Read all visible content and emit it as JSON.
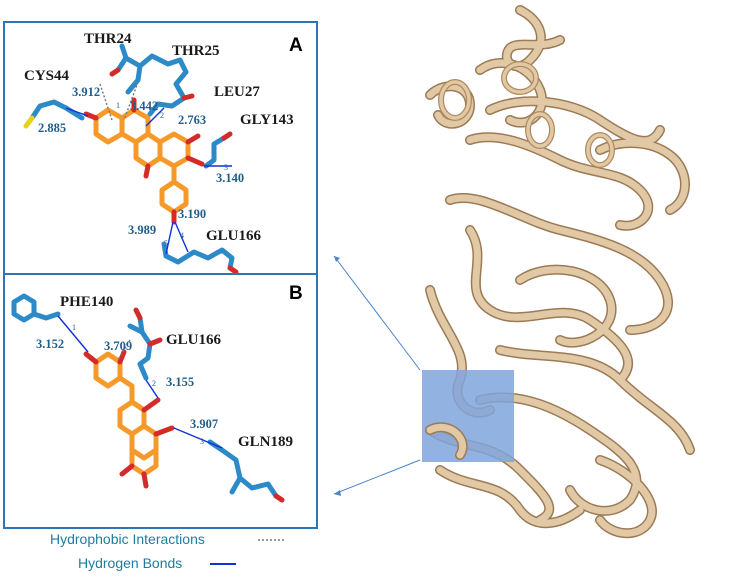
{
  "panel_a": {
    "letter": "A",
    "residues": {
      "thr24": "THR24",
      "thr25": "THR25",
      "cys44": "CYS44",
      "leu27": "LEU27",
      "gly143": "GLY143",
      "glu166": "GLU166"
    },
    "distances": {
      "d3912": "3.912",
      "d3442": "3.442",
      "d2763": "2.763",
      "d2885": "2.885",
      "d3140": "3.140",
      "d3190": "3.190",
      "d3989": "3.989"
    },
    "bond_numbers": {
      "n1": "1",
      "n2": "2",
      "n3": "3",
      "n4": "4",
      "n5": "5"
    }
  },
  "panel_b": {
    "letter": "B",
    "residues": {
      "phe140": "PHE140",
      "glu166": "GLU166",
      "gln189": "GLN189"
    },
    "distances": {
      "d3152": "3.152",
      "d3709": "3.709",
      "d3155": "3.155",
      "d3907": "3.907"
    },
    "bond_numbers": {
      "n1": "1",
      "n2": "2",
      "n3": "3"
    }
  },
  "legend": {
    "hydrophobic": "Hydrophobic Interactions",
    "hydrogen": "Hydrogen Bonds"
  },
  "colors": {
    "frame": "#2e75b6",
    "ligand": "#f59a2a",
    "residue": "#2d8ac8",
    "oxygen": "#d42a2a",
    "hydrogen_bond": "#1030d8",
    "highlight": "#7fa4dc",
    "protein": "#e2c9a6"
  }
}
